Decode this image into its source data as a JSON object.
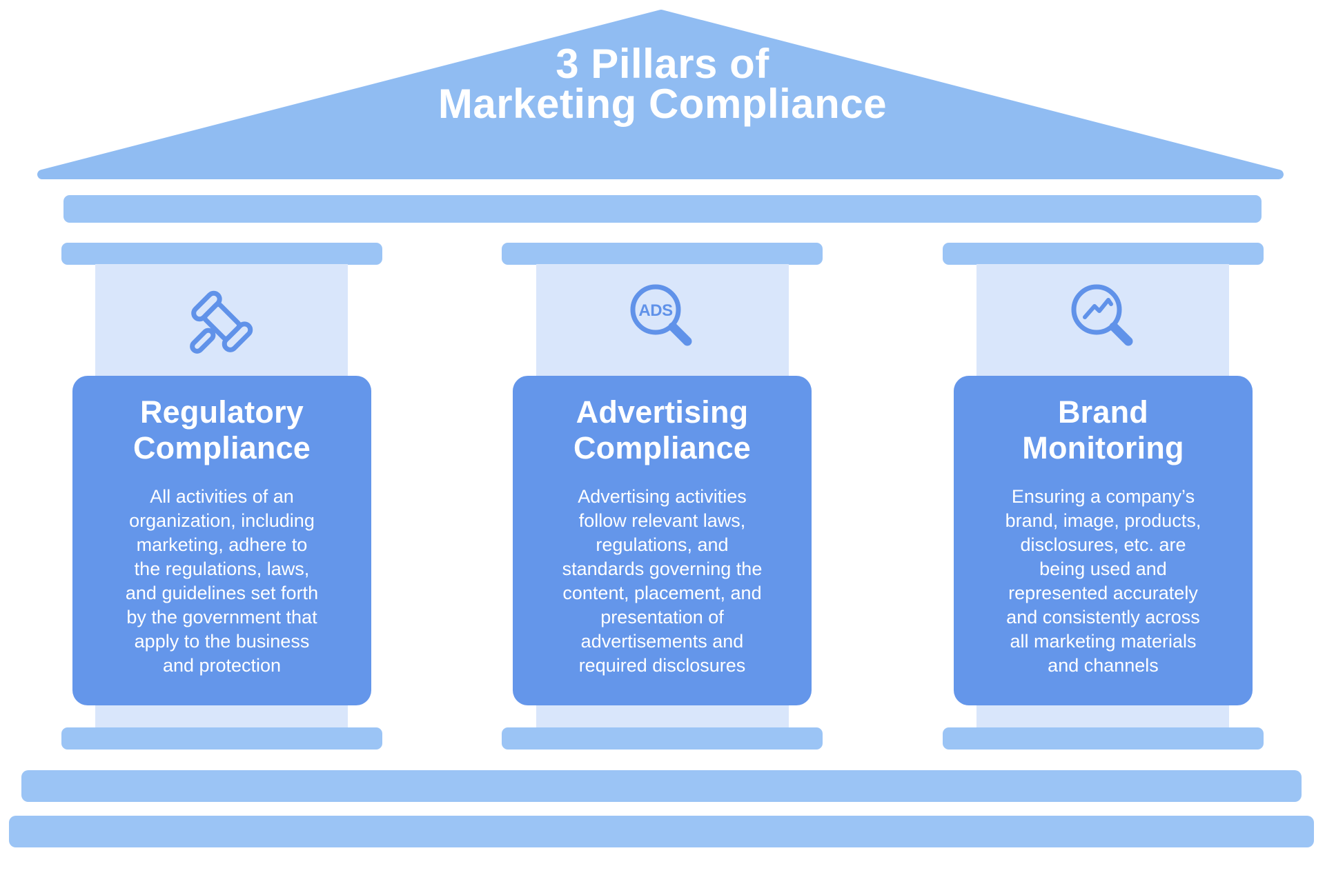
{
  "title": {
    "line1": "3 Pillars of",
    "line2": "Marketing Compliance"
  },
  "pillars": [
    {
      "icon": "gavel-icon",
      "heading": "Regulatory\nCompliance",
      "body": "All activities of an\norganization, including\nmarketing, adhere to\nthe regulations, laws,\nand guidelines set forth\nby the government that\napply to the business\nand protection"
    },
    {
      "icon": "ads-magnifier-icon",
      "icon_label": "ADS",
      "heading": "Advertising\nCompliance",
      "body": "Advertising activities\nfollow relevant laws,\nregulations, and\nstandards governing the\ncontent, placement, and\npresentation of\nadvertisements and\nrequired disclosures"
    },
    {
      "icon": "chart-magnifier-icon",
      "heading": "Brand\nMonitoring",
      "body": "Ensuring a company’s\nbrand, image, products,\ndisclosures, etc. are\nbeing used and\nrepresented accurately\nand consistently across\nall marketing materials\nand channels"
    }
  ],
  "colors": {
    "roof": "#90BCF2",
    "beams": "#9BC4F5",
    "pillar_shaft": "#D9E6FB",
    "card": "#6496EA",
    "icon_stroke": "#6092E9",
    "text": "#FFFFFF",
    "background": "#FFFFFF"
  }
}
